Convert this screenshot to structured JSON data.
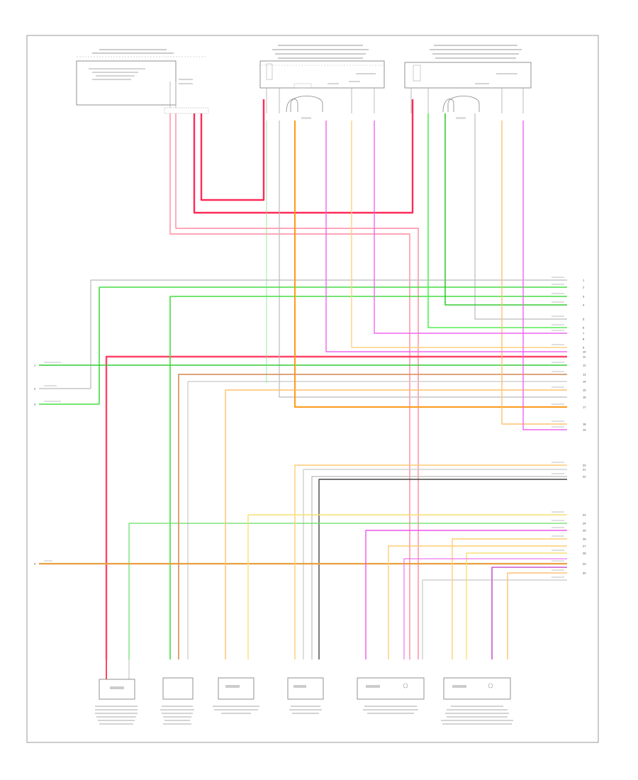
{
  "colors": {
    "frame": "#999999",
    "red": "#ff3355",
    "pink": "#ff9aa8",
    "green": "#33dd33",
    "lightgreen": "#88ee88",
    "orange": "#ff9900",
    "lightorange": "#ffc870",
    "magenta": "#ee55ee",
    "gray": "#aaaaaa",
    "black": "#444444",
    "yellow": "#f5e070",
    "tan": "#d8a860"
  },
  "left_pins": [
    "1",
    "2",
    "3",
    "4"
  ],
  "right_pins": [
    "1",
    "2",
    "3",
    "4",
    "5",
    "6",
    "7",
    "8",
    "9",
    "10",
    "11",
    "12",
    "13",
    "14",
    "15",
    "16",
    "17",
    "18",
    "19",
    "20",
    "21",
    "22",
    "23",
    "24",
    "25",
    "26",
    "27",
    "28",
    "29",
    "30"
  ],
  "footer_code": ""
}
